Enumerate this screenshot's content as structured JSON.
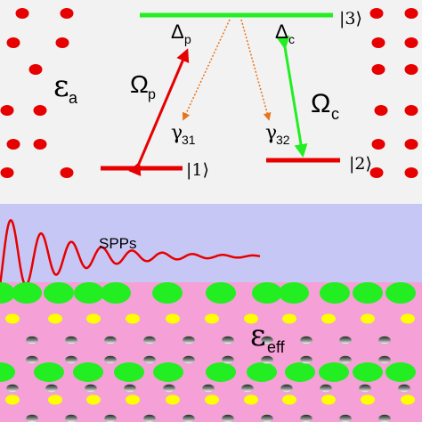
{
  "labels": {
    "level1": "|1⟩",
    "level2": "|2⟩",
    "level3": "|3⟩",
    "delta_p": "Δ",
    "delta_p_sub": "p",
    "delta_c": "Δ",
    "delta_c_sub": "c",
    "omega_p": "Ω",
    "omega_p_sub": "p",
    "omega_c": "Ω",
    "omega_c_sub": "c",
    "gamma31": "γ",
    "gamma31_sub": "31",
    "gamma32": "γ",
    "gamma32_sub": "32",
    "epsilon_a": "ε",
    "epsilon_a_sub": "a",
    "epsilon_eff": "ε",
    "epsilon_eff_sub": "eff",
    "spps": "SPPs"
  },
  "colors": {
    "background_top": "#f2f2f2",
    "dielectric_band": "#c7c7f5",
    "metal_band": "#f5a0d6",
    "atom_red": "#e60000",
    "level_green": "#22ee22",
    "probe_red": "#e60000",
    "coupling_green": "#22ee22",
    "decay_orange": "#e8741a",
    "green_particle": "#22ee22",
    "yellow_particle": "#ffff00",
    "void_gray": "#808080"
  },
  "icons": {
    "atoms": "red-atom-dots",
    "green_particles": "green-ellipse-particles",
    "yellow_particles": "yellow-ellipse-particles",
    "voids": "gray-void-ellipses"
  }
}
